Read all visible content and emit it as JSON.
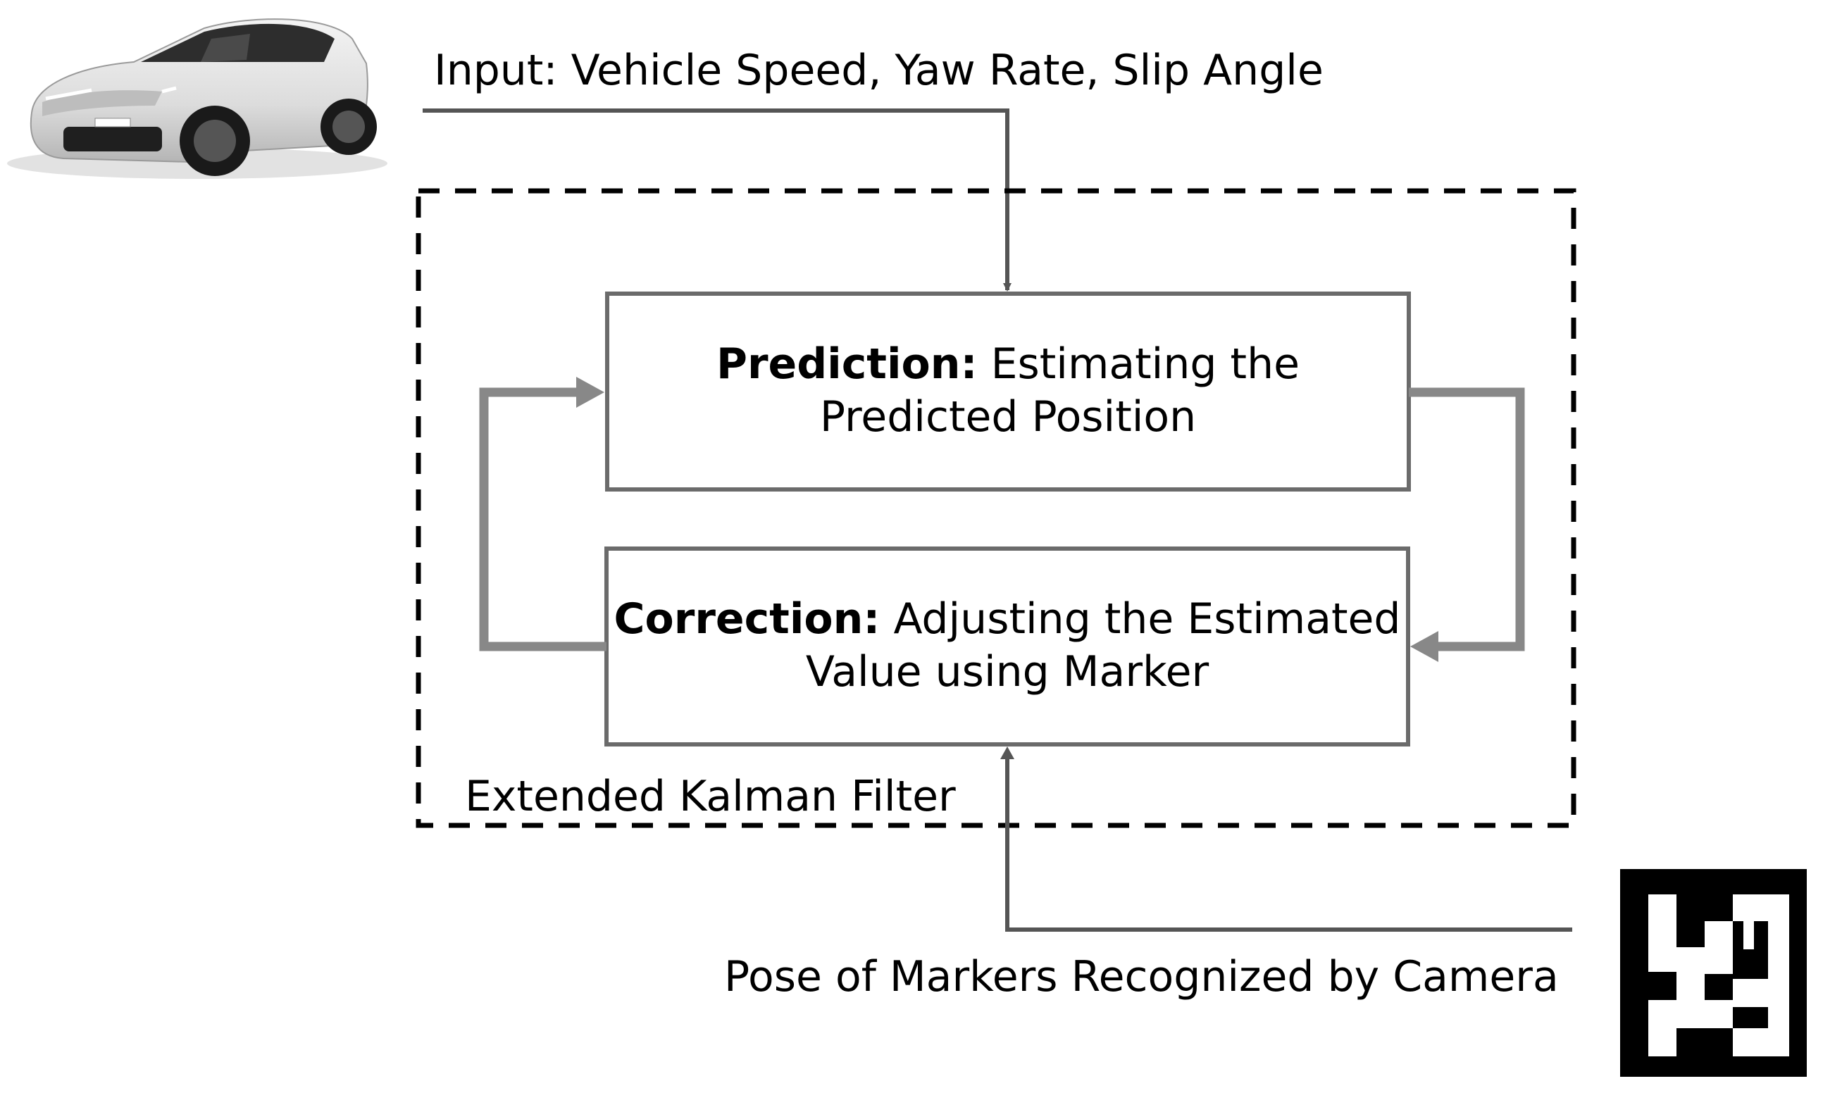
{
  "input_label": "Input: Vehicle Speed, Yaw Rate, Slip Angle",
  "prediction": {
    "title": "Prediction:",
    "text_line1": "Estimating the",
    "text_line2": "Predicted Position"
  },
  "correction": {
    "title": "Correction:",
    "text_line1": "Adjusting the Estimated",
    "text_line2": "Value using Marker"
  },
  "filter_label": "Extended Kalman Filter",
  "marker_label": "Pose of Markers Recognized by Camera",
  "icons": {
    "vehicle": "car-icon",
    "marker": "aruco-marker-icon"
  },
  "colors": {
    "arrow_dark": "#555555",
    "loop_arrow": "#888888",
    "box_border": "#6b6b6b",
    "dashed_border": "#000000"
  }
}
